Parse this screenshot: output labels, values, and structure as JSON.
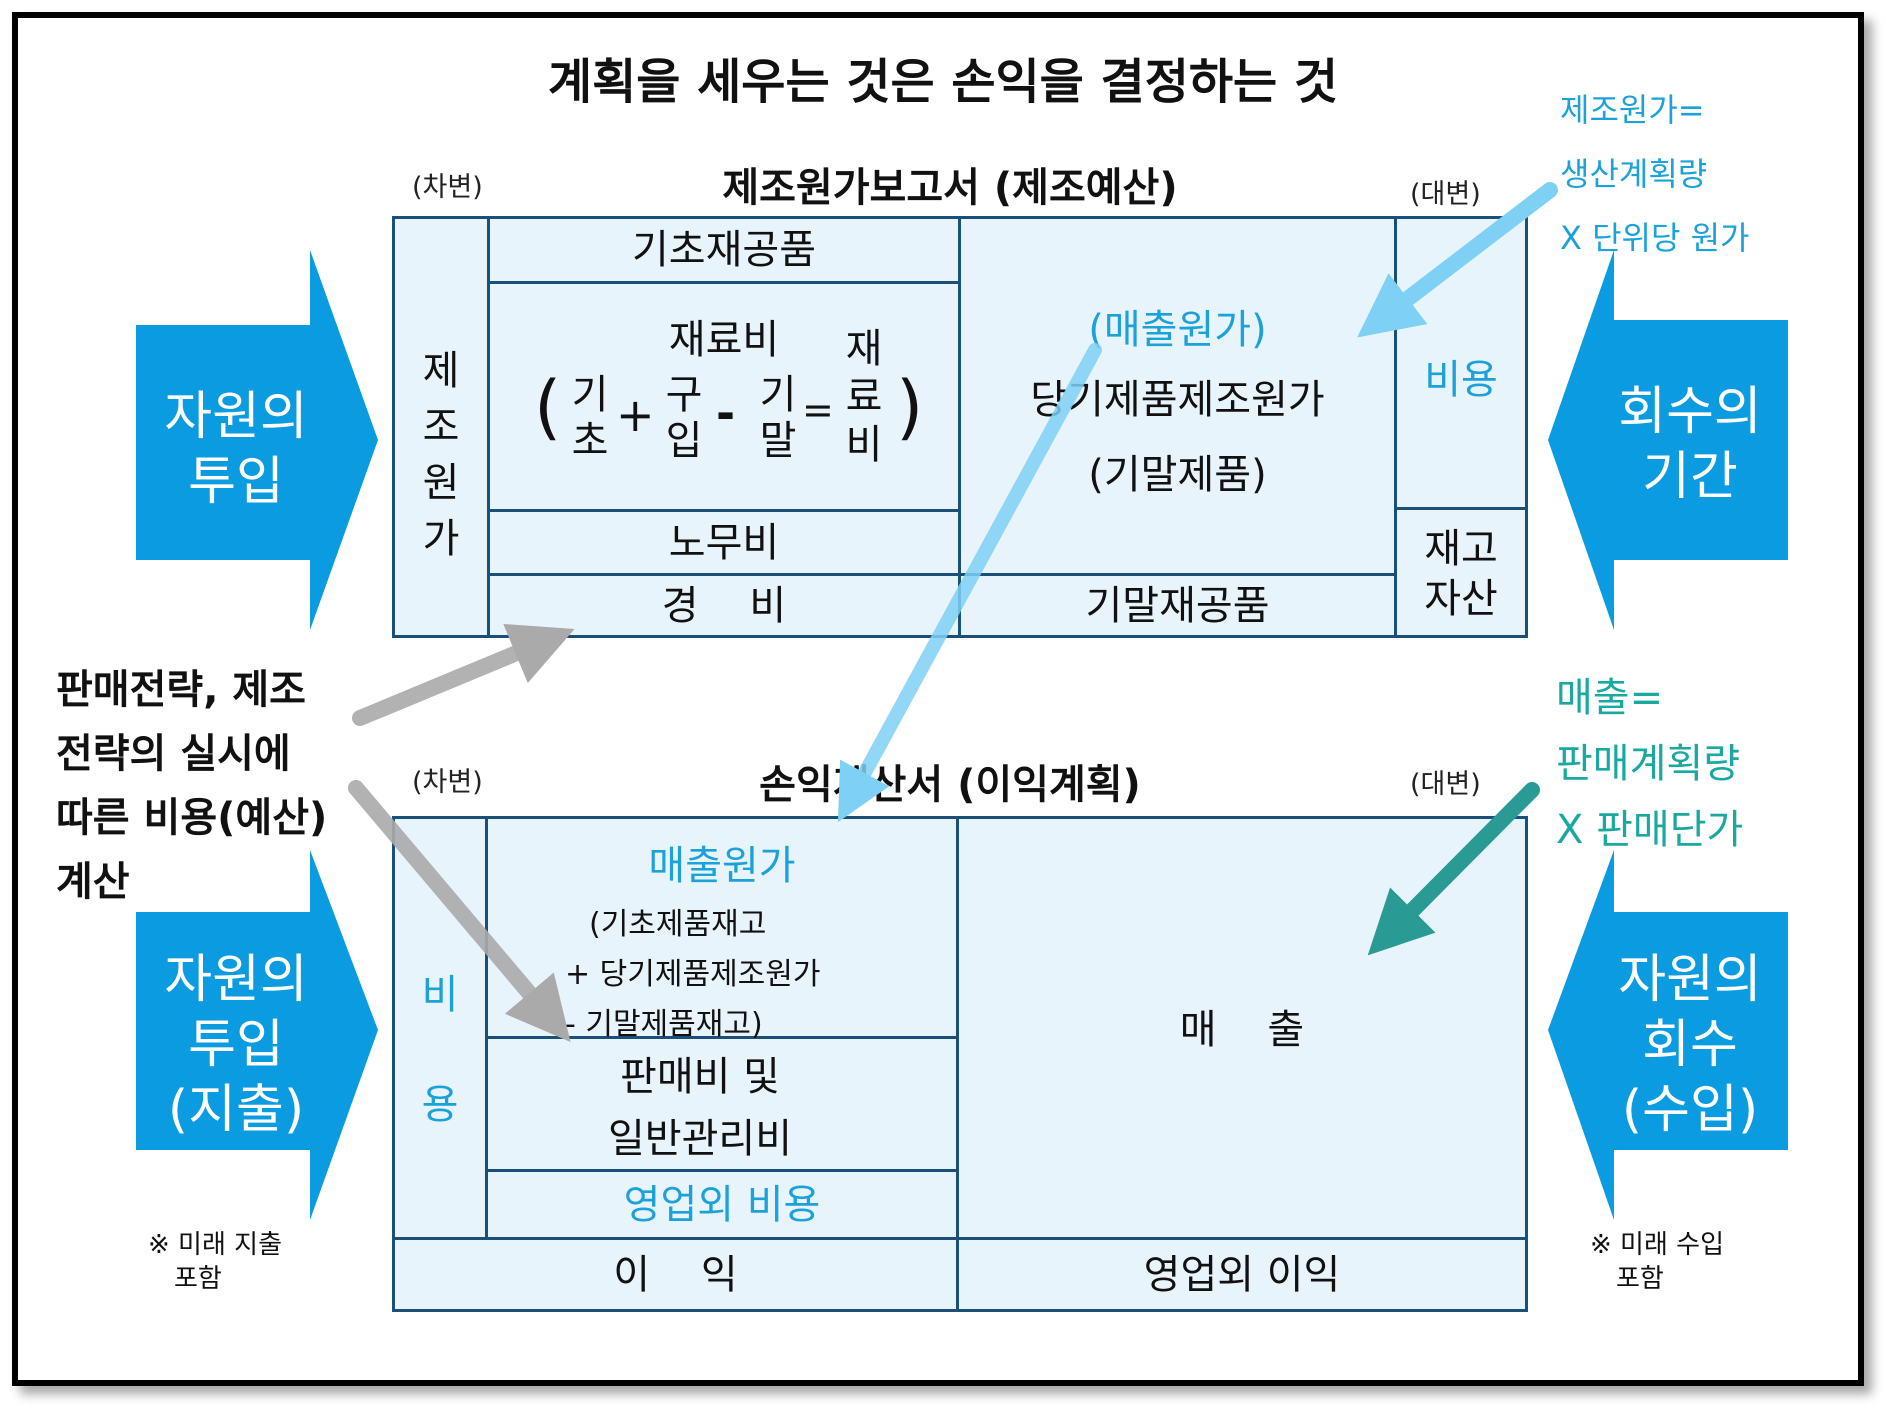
{
  "title": "계획을 세우는 것은 손익을 결정하는 것",
  "top": {
    "heading": "제조원가보고서  (제조예산)",
    "debit": "(차변)",
    "credit": "(대변)",
    "left_col": [
      "제",
      "조",
      "원",
      "가"
    ],
    "opening_wip": "기초재공품",
    "materials": {
      "title": "재료비",
      "open_paren": "(",
      "beginning": [
        "기",
        "초"
      ],
      "plus": "+",
      "purchase": [
        "구",
        "입"
      ],
      "minus": "-",
      "ending": [
        "기",
        "말"
      ],
      "equals": "=",
      "result": [
        "재",
        "료",
        "비"
      ],
      "close_paren": ")"
    },
    "labor": "노무비",
    "overhead": "경    비",
    "cogs_label": "(매출원가)",
    "cogm": "당기제품제조원가",
    "ending_goods": "(기말제품)",
    "ending_wip": "기말재공품",
    "expense": "비용",
    "inventory": [
      "재고",
      "자산"
    ]
  },
  "bottom": {
    "heading": "손익계산서  (이익계획)",
    "debit": "(차변)",
    "credit": "(대변)",
    "left_col": [
      "비",
      "용"
    ],
    "cogs_title": "매출원가",
    "cogs_detail": [
      "(기초제품재고",
      "+ 당기제품제조원가",
      "- 기말제품재고)"
    ],
    "sga": [
      "판매비 및",
      "일반관리비"
    ],
    "non_op_expense": "영업외 비용",
    "profit": "이    익",
    "sales": "매    출",
    "non_op_income": "영업외 이익"
  },
  "callouts": {
    "mfg_cost": [
      "제조원가=",
      "생산계획량",
      "X 단위당 원가"
    ],
    "sales": [
      "매출=",
      "판매계획량",
      "X 판매단가"
    ],
    "left": [
      "판매전략, 제조",
      "전략의 실시에",
      "따른 비용(예산)",
      "계산"
    ]
  },
  "arrows": {
    "input_top": [
      "자원의",
      "투입"
    ],
    "period": [
      "회수의",
      "기간"
    ],
    "input_bottom": [
      "자원의",
      "투입",
      "(지출)"
    ],
    "recovery": [
      "자원의",
      "회수",
      "(수입)"
    ]
  },
  "notes": {
    "left": [
      "※ 미래 지출",
      "포함"
    ],
    "right": [
      "※ 미래 수입",
      "포함"
    ]
  },
  "colors": {
    "arrow_blue": "#0a9be0",
    "light_blue_arrow": "#7fd0f5",
    "teal_arrow": "#2a9a94",
    "gray_arrow": "#aaaaaa",
    "box_fill": "#e8f4fc",
    "box_border": "#1a4f7a",
    "accent_blue_text": "#1ca1d9",
    "accent_teal_text": "#1aa8a0"
  }
}
